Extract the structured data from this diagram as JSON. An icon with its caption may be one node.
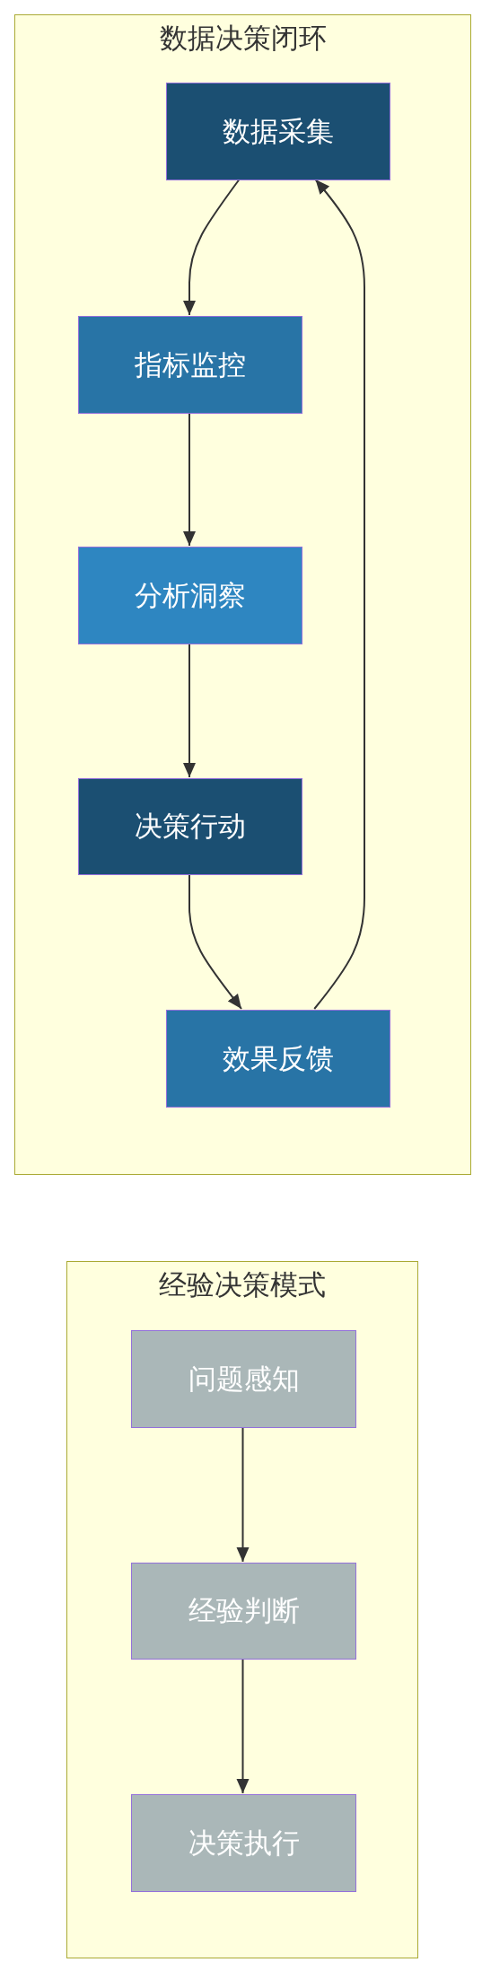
{
  "diagram": {
    "nodes": [
      {
        "text": [
          "数据决策闭环"
        ]
      },
      {
        "text": [
          "数据采集"
        ],
        "in": 0
      },
      {
        "text": [
          "指标监控"
        ],
        "in": 0
      },
      {
        "text": [
          "分析洞察"
        ],
        "in": 0
      },
      {
        "text": [
          "决策行动"
        ],
        "in": 0
      },
      {
        "text": [
          "效果反馈"
        ],
        "in": 0
      },
      {
        "text": [
          "经验决策模式"
        ]
      },
      {
        "text": [
          "问题感知"
        ],
        "in": 6
      },
      {
        "text": [
          "经验判断"
        ],
        "in": 6
      },
      {
        "text": [
          "决策执行"
        ],
        "in": 6
      }
    ],
    "edges": [
      {
        "from": 1,
        "to": 2,
        "arrow": "to"
      },
      {
        "from": 2,
        "to": 3,
        "arrow": "to"
      },
      {
        "from": 3,
        "to": 4,
        "arrow": "to"
      },
      {
        "from": 4,
        "to": 5,
        "arrow": "to"
      },
      {
        "from": 5,
        "to": 1,
        "arrow": "to"
      },
      {
        "from": 7,
        "to": 8,
        "arrow": "to"
      },
      {
        "from": 8,
        "to": 9,
        "arrow": "to"
      }
    ]
  }
}
